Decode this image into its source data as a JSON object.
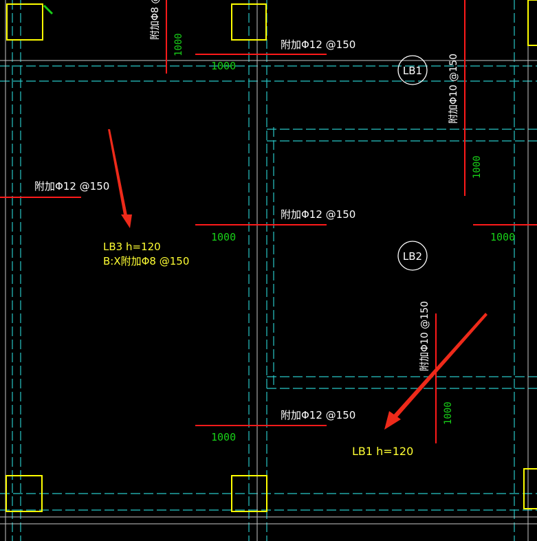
{
  "colors": {
    "background": "#000000",
    "grid_cyan": "#28c8c8",
    "grid_white": "#c8c8c8",
    "column_yellow": "#ffff00",
    "rebar_red": "#ff1a1a",
    "label_white": "#ffffff",
    "dimension_green": "#18d018",
    "annotation_yellow": "#ffff33",
    "arrow_red": "#ee2a1a"
  },
  "top": {
    "partial_rebar_label": "附加Φ8 @",
    "partial_rebar_dim": "1000",
    "rebar_label": "附加Φ12 @150",
    "rebar_dim": "1000"
  },
  "slab_marks": {
    "lb1": "LB1",
    "lb2": "LB2"
  },
  "right_vertical_top": {
    "rebar_label": "附加Φ10 @150",
    "rebar_dim": "1000"
  },
  "left_rebar": {
    "label": "附加Φ12 @150"
  },
  "middle_rebar": {
    "label": "附加Φ12 @150",
    "dim": "1000"
  },
  "right_edge_rebar": {
    "dim": "1000"
  },
  "lb3_annotation": {
    "line1": "LB3  h=120",
    "line2": "B:X附加Φ8 @150"
  },
  "lower_vertical_rebar": {
    "label": "附加Φ10 @150",
    "dim": "1000"
  },
  "bottom_rebar": {
    "label": "附加Φ12 @150",
    "dim": "1000"
  },
  "lb1_annotation": {
    "text": "LB1  h=120"
  }
}
